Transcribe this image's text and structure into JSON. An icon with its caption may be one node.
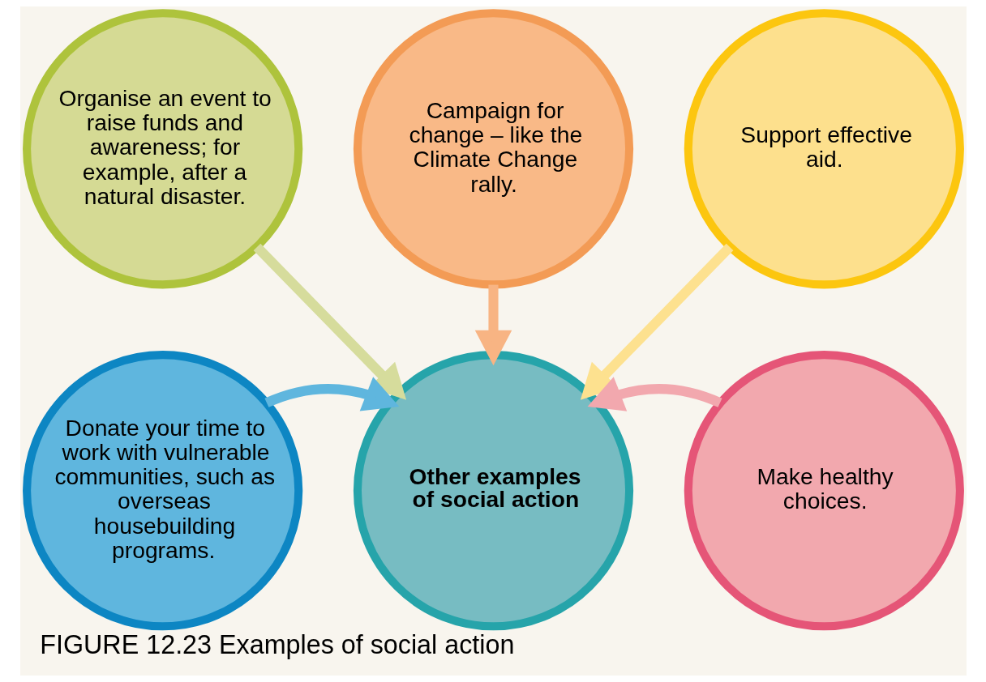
{
  "diagram": {
    "caption": "FIGURE 12.23 Examples of social action",
    "nodes": [
      {
        "text": [
          "Campaign for change – like the Climate Change rally."
        ]
      },
      {
        "text": [
          "Organise an event to raise funds and awareness; for example, after a natural disaster."
        ]
      },
      {
        "text": [
          "Support effective aid."
        ]
      },
      {
        "text": [
          "Donate your time to work with vulnerable communities, such as overseas housebuilding programs."
        ]
      },
      {
        "text": [
          "Other examples of social action"
        ]
      },
      {
        "text": [
          "Make healthy choices."
        ]
      }
    ],
    "edges": [
      {
        "from": 0,
        "to": 4,
        "arrow": "to",
        "color": "#f8b483"
      },
      {
        "from": 1,
        "to": 4,
        "arrow": "to",
        "color": "#d6dc9c"
      },
      {
        "from": 2,
        "to": 4,
        "arrow": "to",
        "color": "#fde18f"
      },
      {
        "from": 3,
        "to": 4,
        "arrow": "to",
        "color": "#5fb6de"
      },
      {
        "from": 5,
        "to": 4,
        "arrow": "to",
        "color": "#f2a8ae"
      }
    ]
  }
}
